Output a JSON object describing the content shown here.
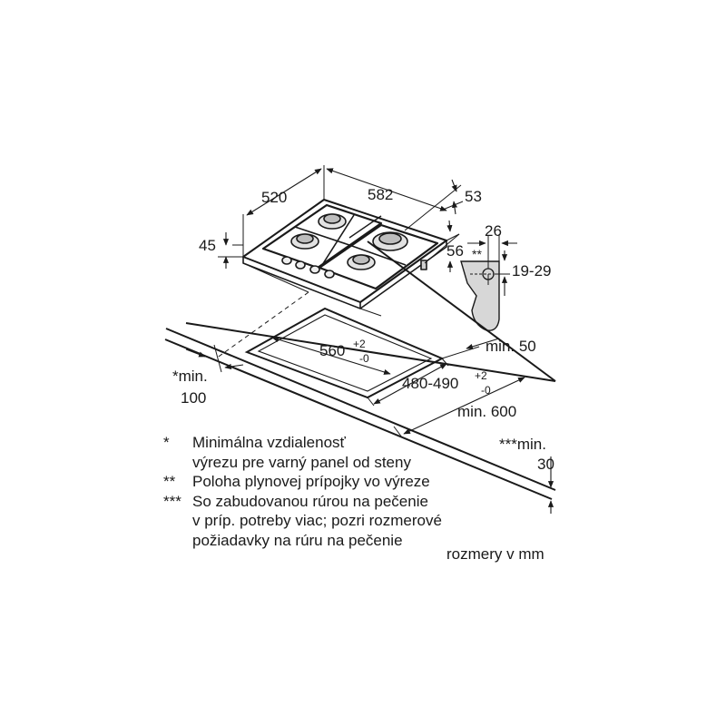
{
  "dimensions": {
    "width_520": "520",
    "width_582": "582",
    "height_45": "45",
    "depth_53": "53",
    "depth_56": "56",
    "gas_26": "26",
    "gas_marker": "**",
    "gas_19_29": "19-29",
    "cutout_width": "560",
    "cutout_width_tol_plus": "+2",
    "cutout_width_tol_minus": "-0",
    "cutout_depth": "480-490",
    "cutout_depth_tol_plus": "+2",
    "cutout_depth_tol_minus": "-0",
    "min_50": "min. 50",
    "min_600": "min. 600",
    "min_100_label": "*min.",
    "min_100_value": "100",
    "min_30_label": "***min.",
    "min_30_value": "30"
  },
  "notes": [
    {
      "mark": "*",
      "text": "Minimálna vzdialenosť\nvýrezu pre varný panel od steny"
    },
    {
      "mark": "**",
      "text": "Poloha plynovej prípojky vo výreze"
    },
    {
      "mark": "***",
      "text": "So zabudovanou rúrou na pečenie\nv príp. potreby viac; pozri rozmerové\npožiadavky na rúru na pečenie"
    }
  ],
  "units_label": "rozmery v mm"
}
